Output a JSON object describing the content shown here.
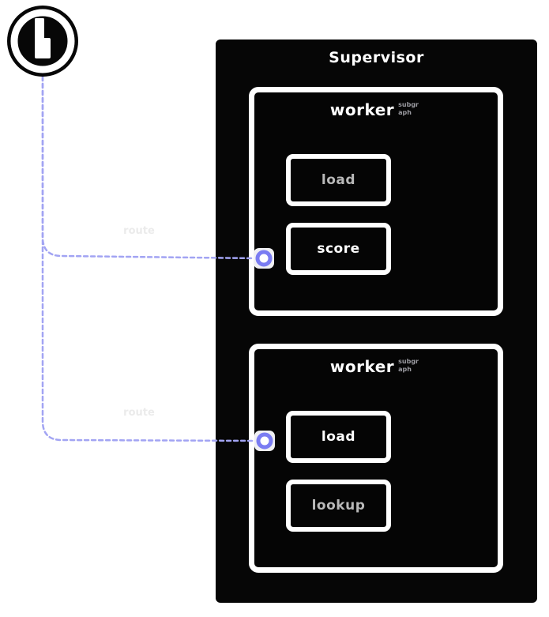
{
  "container": {
    "title": "Supervisor"
  },
  "panels": [
    {
      "title": "worker",
      "tag": "subgraph",
      "nodes": [
        {
          "label": "load"
        },
        {
          "label": "score"
        }
      ]
    },
    {
      "title": "worker",
      "tag": "subgraph",
      "nodes": [
        {
          "label": "load"
        },
        {
          "label": "lookup"
        }
      ]
    }
  ],
  "edges": [
    {
      "label": "route"
    },
    {
      "label": "route"
    }
  ],
  "icons": {
    "start": "start-glyph-icon",
    "handle": "edge-handle-ring"
  },
  "colors": {
    "edge_line": "#a2a4f3",
    "handle_ring": "#7a7cf2",
    "panel_fill": "#050505",
    "border": "#ffffff",
    "muted_text": "#b9b9b9",
    "tag_text": "#9a9aa0",
    "edge_label_text": "#ebebeb"
  }
}
